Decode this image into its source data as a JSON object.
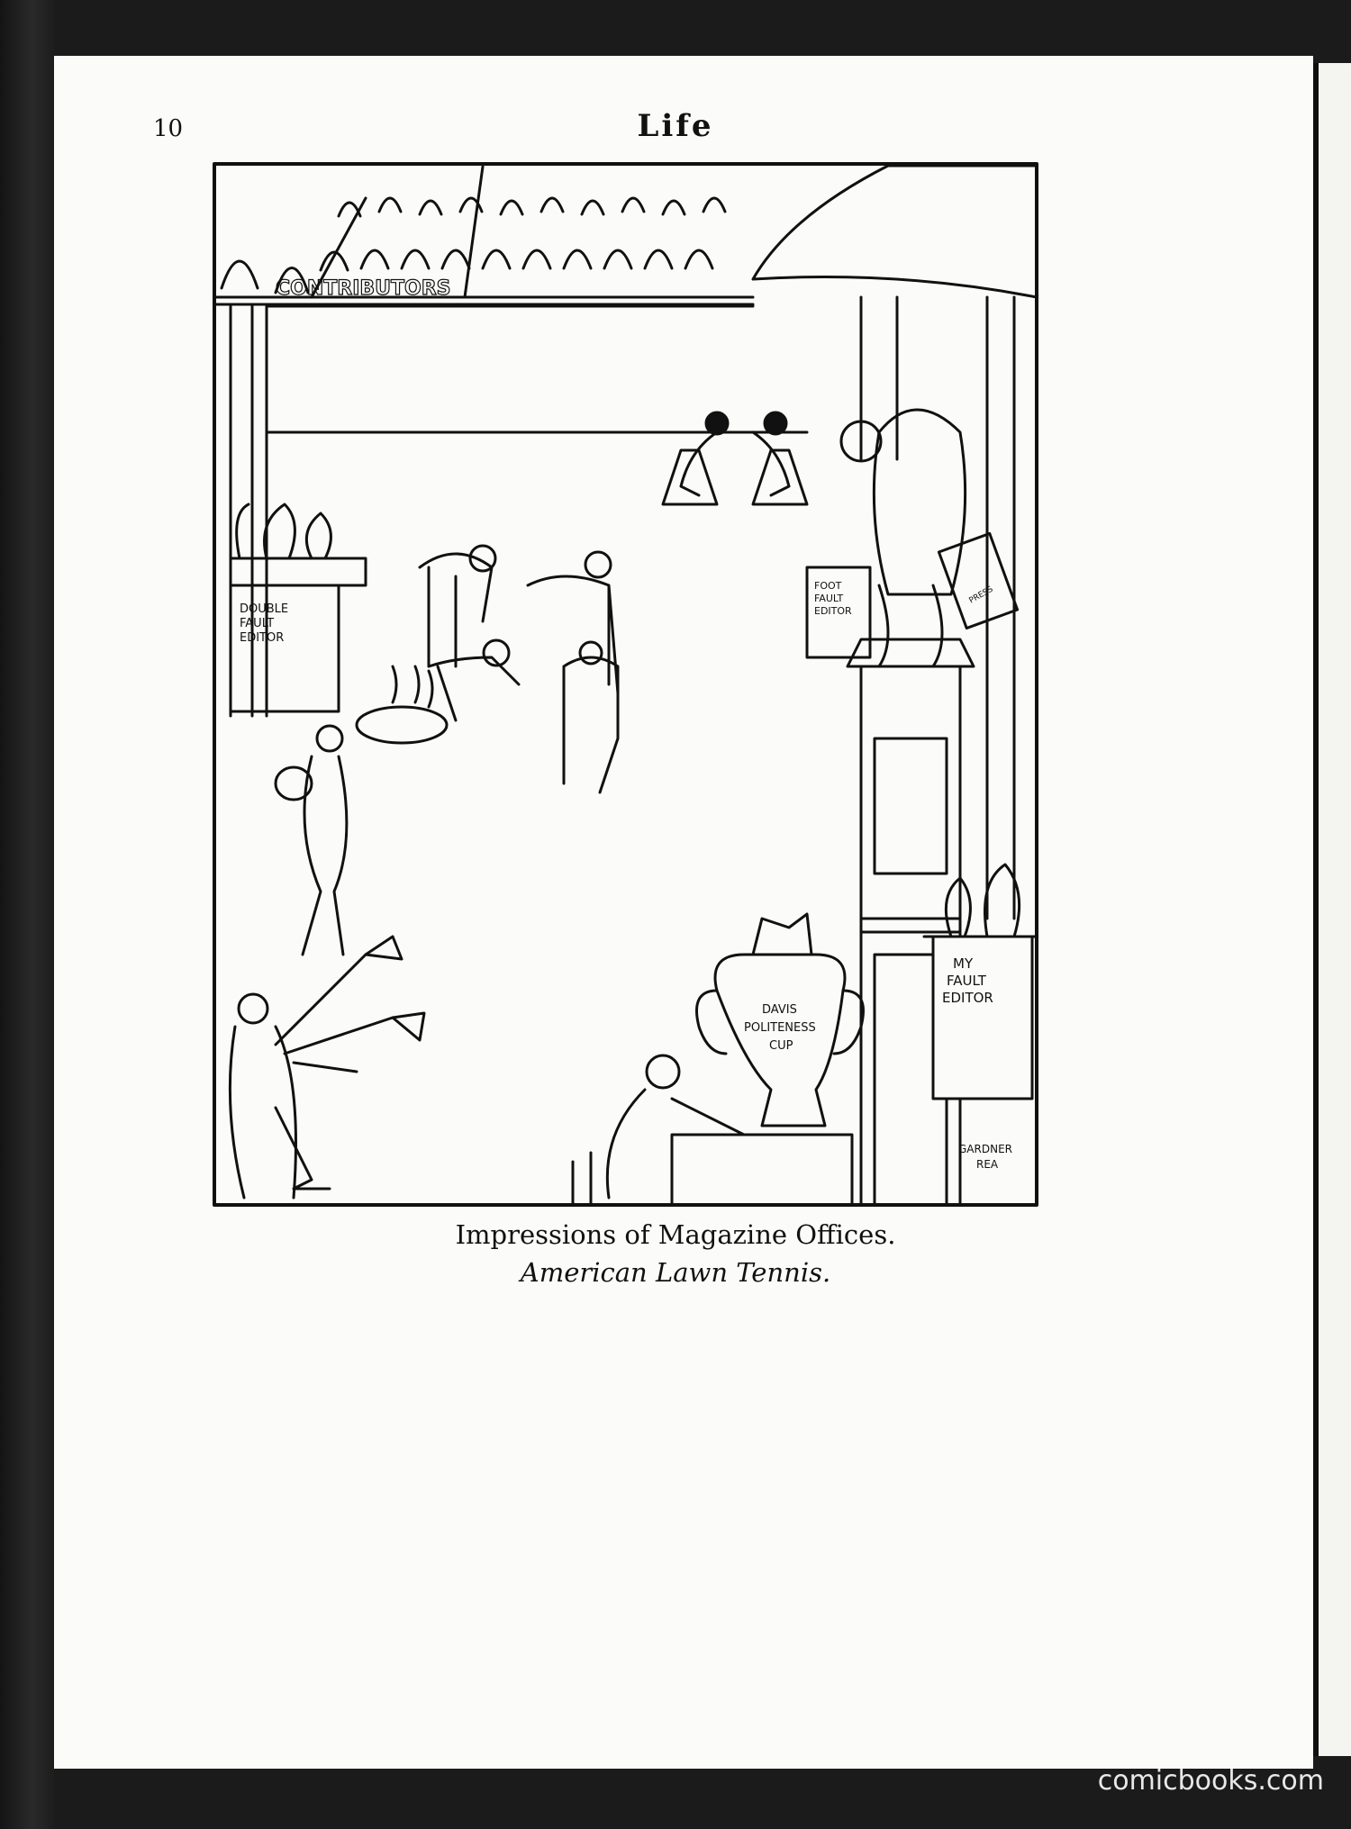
{
  "page_number": "10",
  "masthead": "Life",
  "illustration": {
    "banner": "CONTRIBUTORS",
    "sign_double_fault": [
      "DOUBLE",
      "FAULT",
      "EDITOR"
    ],
    "sign_foot_fault": [
      "FOOT",
      "FAULT",
      "EDITOR"
    ],
    "sign_my_fault": [
      "MY",
      "FAULT",
      "EDITOR"
    ],
    "trophy": [
      "DAVIS",
      "POLITENESS",
      "CUP"
    ],
    "bag_label": "PRESS",
    "signature": [
      "GARDNER",
      "REA"
    ]
  },
  "caption": {
    "title": "Impressions of Magazine Offices.",
    "subtitle": "American Lawn Tennis."
  },
  "watermark": "comicbooks.com"
}
